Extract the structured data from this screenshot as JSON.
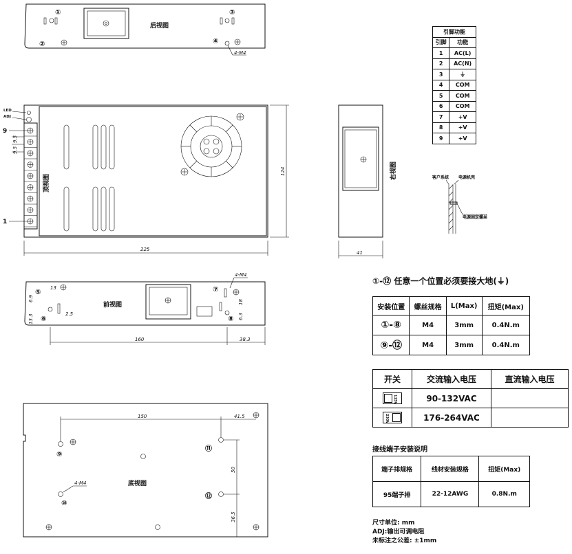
{
  "views": {
    "rear": "后视图",
    "top": "顶视图",
    "right": "右视图",
    "front": "前视图",
    "bottom": "底视图"
  },
  "labels": {
    "led": "LED",
    "adj": "ADJ",
    "m4_rear": "4-M4",
    "m4_front": "4-M4",
    "m4_bottom": "4-M4",
    "pin9": "9",
    "pin1": "1",
    "customer_system": "客户系统",
    "psu_chassis": "电源机壳",
    "fix_screw": "电源固定螺丝"
  },
  "markers": {
    "c1": "①",
    "c2": "②",
    "c3": "③",
    "c4": "④",
    "c5": "⑤",
    "c6": "⑥",
    "c7": "⑦",
    "c8": "⑧",
    "c9": "⑨",
    "c10": "⑩",
    "c11": "⑪",
    "c12": "⑫"
  },
  "dimensions": {
    "length": "225",
    "height": "124",
    "width": "41",
    "pitch_a": "9.5",
    "pitch_b": "9.5",
    "front_13": "13",
    "front_69": "6.9",
    "front_25": "2.5",
    "front_133": "13.3",
    "front_160": "160",
    "front_383": "38.3",
    "front_18": "18",
    "front_63": "6.3",
    "bottom_150": "150",
    "bottom_415": "41.5",
    "bottom_50": "50",
    "bottom_365": "36.5"
  },
  "pin_table": {
    "title": "引脚功能",
    "headers": [
      "引脚",
      "功能"
    ],
    "rows": [
      [
        "1",
        "AC(L)"
      ],
      [
        "2",
        "AC(N)"
      ],
      [
        "3",
        "⏚"
      ],
      [
        "4",
        "COM"
      ],
      [
        "5",
        "COM"
      ],
      [
        "6",
        "COM"
      ],
      [
        "7",
        "+V"
      ],
      [
        "8",
        "+V"
      ],
      [
        "9",
        "+V"
      ]
    ]
  },
  "ground_note": "①-⑫ 任意一个位置必须要接大地(⏚)",
  "mount_table": {
    "headers": [
      "安装位置",
      "螺丝规格",
      "L(Max)",
      "扭矩(Max)"
    ],
    "rows": [
      [
        "①-⑧",
        "M4",
        "3mm",
        "0.4N.m"
      ],
      [
        "⑨-⑫",
        "M4",
        "3mm",
        "0.4N.m"
      ]
    ]
  },
  "switch_table": {
    "headers": [
      "开关",
      "交流输入电压",
      "直流输入电压"
    ],
    "rows": [
      {
        "switch_text": "115V",
        "ac": "90-132VAC",
        "dc": ""
      },
      {
        "switch_text": "230V",
        "ac": "176-264VAC",
        "dc": ""
      }
    ]
  },
  "wire_section": {
    "title": "接线端子安装说明",
    "headers": [
      "端子排规格",
      "线材安装规格",
      "扭矩(Max)"
    ],
    "row": [
      "95端子排",
      "22-12AWG",
      "0.8N.m"
    ]
  },
  "notes": [
    "尺寸单位: mm",
    "ADJ:输出可调电阻",
    "未标注之公差: ±1mm"
  ]
}
